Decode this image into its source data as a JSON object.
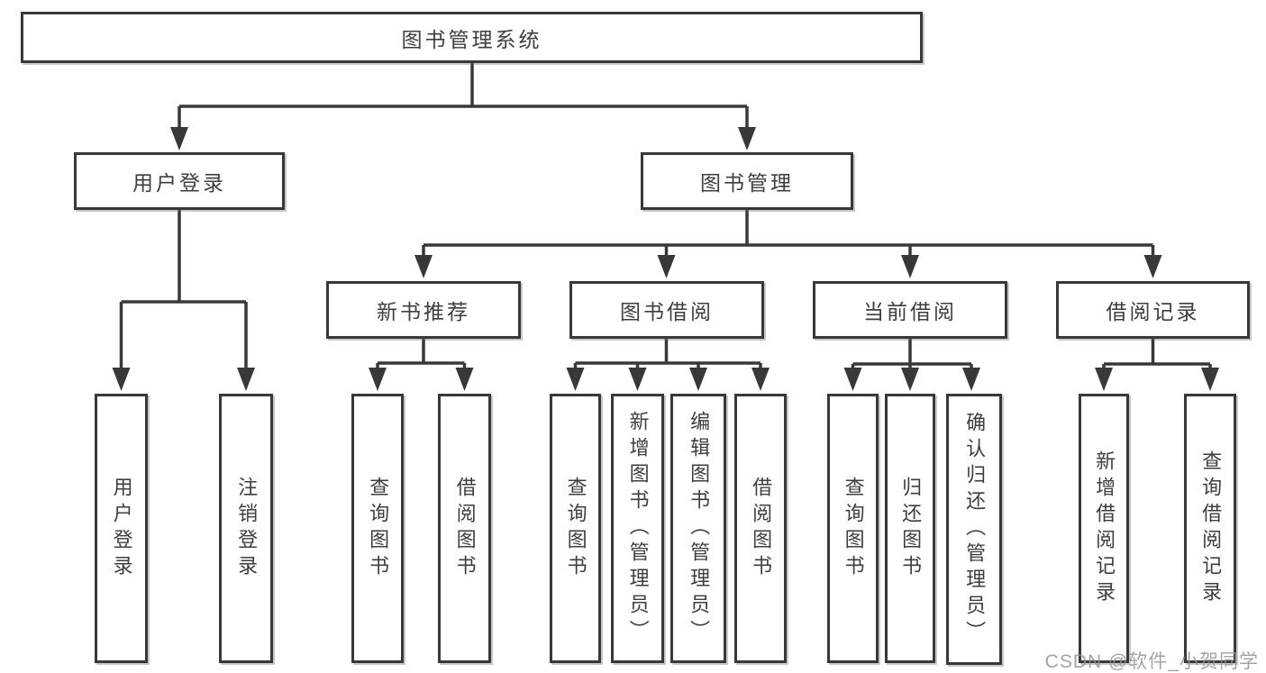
{
  "colors": {
    "background": "#ffffff",
    "line": "#383838",
    "box_border": "#383838",
    "text": "#3e3e3e",
    "watermark": "#949494"
  },
  "tree": {
    "label": "图书管理系统",
    "children": [
      {
        "label": "用户登录",
        "children": [
          {
            "label": "用户登录"
          },
          {
            "label": "注销登录"
          }
        ]
      },
      {
        "label": "图书管理",
        "children": [
          {
            "label": "新书推荐",
            "children": [
              {
                "label": "查询图书"
              },
              {
                "label": "借阅图书"
              }
            ]
          },
          {
            "label": "图书借阅",
            "children": [
              {
                "label": "查询图书"
              },
              {
                "label": "新增图书（管理员）"
              },
              {
                "label": "编辑图书（管理员）"
              },
              {
                "label": "借阅图书"
              }
            ]
          },
          {
            "label": "当前借阅",
            "children": [
              {
                "label": "查询图书"
              },
              {
                "label": "归还图书"
              },
              {
                "label": "确认归还（管理员）"
              }
            ]
          },
          {
            "label": "借阅记录",
            "children": [
              {
                "label": "新增借阅记录"
              },
              {
                "label": "查询借阅记录"
              }
            ]
          }
        ]
      }
    ]
  },
  "watermark": {
    "text": "CSDN @软件_小贺同学"
  }
}
